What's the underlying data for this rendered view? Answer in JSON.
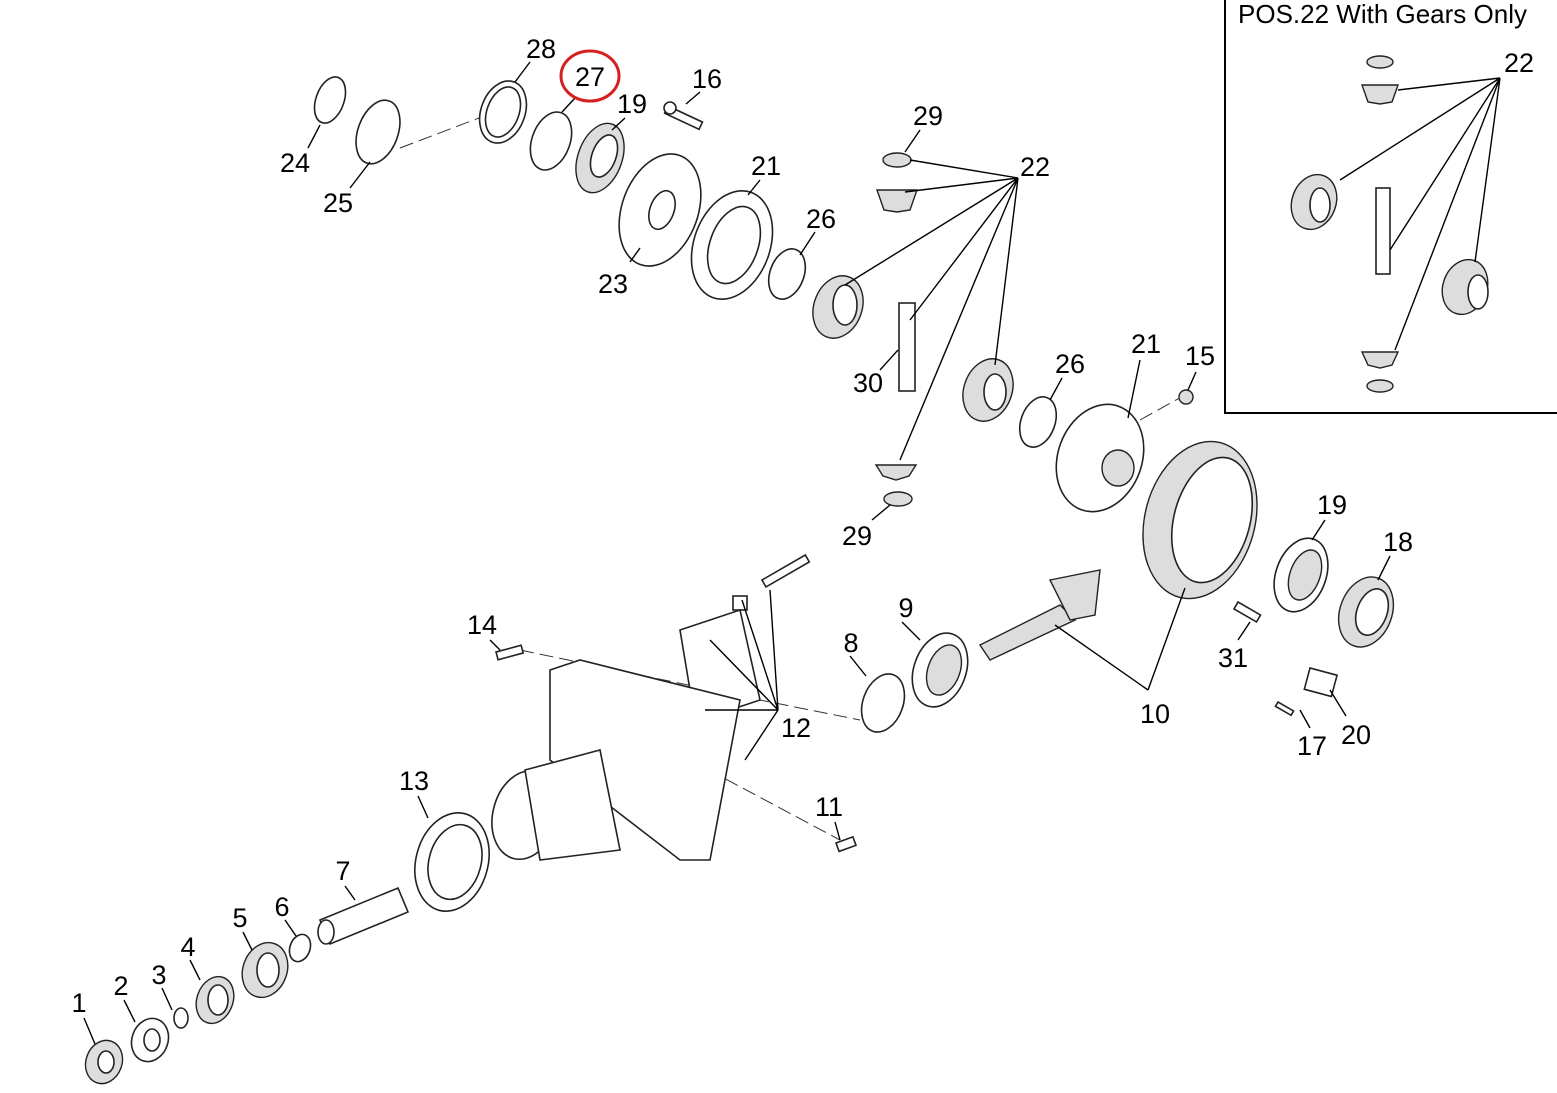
{
  "diagram": {
    "highlight_color": "#d62020",
    "highlighted_callout": "27",
    "callouts": {
      "c1": "1",
      "c2": "2",
      "c3": "3",
      "c4": "4",
      "c5": "5",
      "c6": "6",
      "c7": "7",
      "c8": "8",
      "c9": "9",
      "c10": "10",
      "c11": "11",
      "c12": "12",
      "c13": "13",
      "c14": "14",
      "c15": "15",
      "c16": "16",
      "c17": "17",
      "c18": "18",
      "c19a": "19",
      "c19b": "19",
      "c20": "20",
      "c21a": "21",
      "c21b": "21",
      "c22": "22",
      "c23": "23",
      "c24": "24",
      "c25": "25",
      "c26a": "26",
      "c26b": "26",
      "c27": "27",
      "c28": "28",
      "c29a": "29",
      "c29b": "29",
      "c30": "30",
      "c31": "31"
    },
    "inset": {
      "title": "POS.22 With Gears Only",
      "callout": "22"
    }
  }
}
